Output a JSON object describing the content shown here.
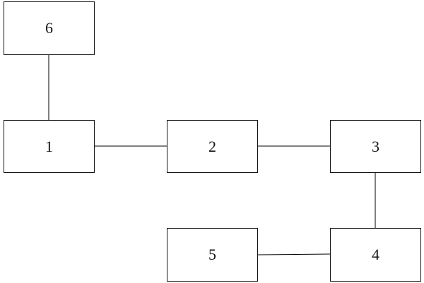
{
  "diagram": {
    "blocks": {
      "b1": "1",
      "b2": "2",
      "b3": "3",
      "b4": "4",
      "b5": "5",
      "b6": "6"
    },
    "connections": [
      [
        "6",
        "1"
      ],
      [
        "1",
        "2"
      ],
      [
        "2",
        "3"
      ],
      [
        "3",
        "4"
      ],
      [
        "5",
        "4"
      ]
    ],
    "colors": {
      "line": "#000000",
      "background": "#ffffff"
    }
  }
}
